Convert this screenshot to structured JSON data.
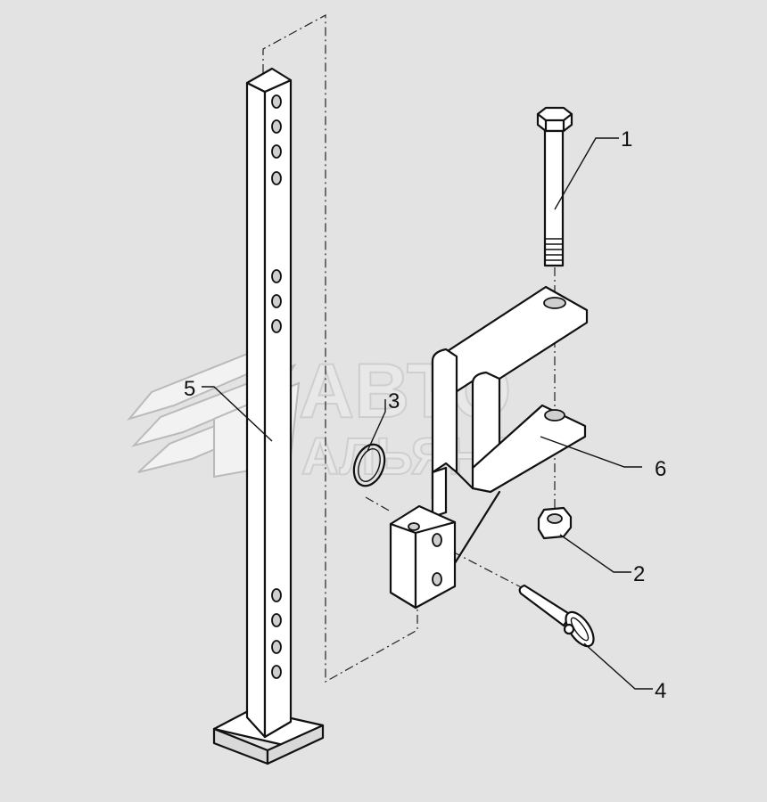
{
  "watermark": {
    "line1": "АВТО",
    "line2": "АЛЬЯНС"
  },
  "callouts": [
    {
      "id": "1",
      "label": "1",
      "part": "bolt"
    },
    {
      "id": "2",
      "label": "2",
      "part": "nut"
    },
    {
      "id": "3",
      "label": "3",
      "part": "spring-ring"
    },
    {
      "id": "4",
      "label": "4",
      "part": "pin-with-ring"
    },
    {
      "id": "5",
      "label": "5",
      "part": "stand-post"
    },
    {
      "id": "6",
      "label": "6",
      "part": "bracket"
    }
  ],
  "colors": {
    "background": "#e3e3e3",
    "line": "#111111",
    "watermark_stroke": "#9a9a9a"
  }
}
